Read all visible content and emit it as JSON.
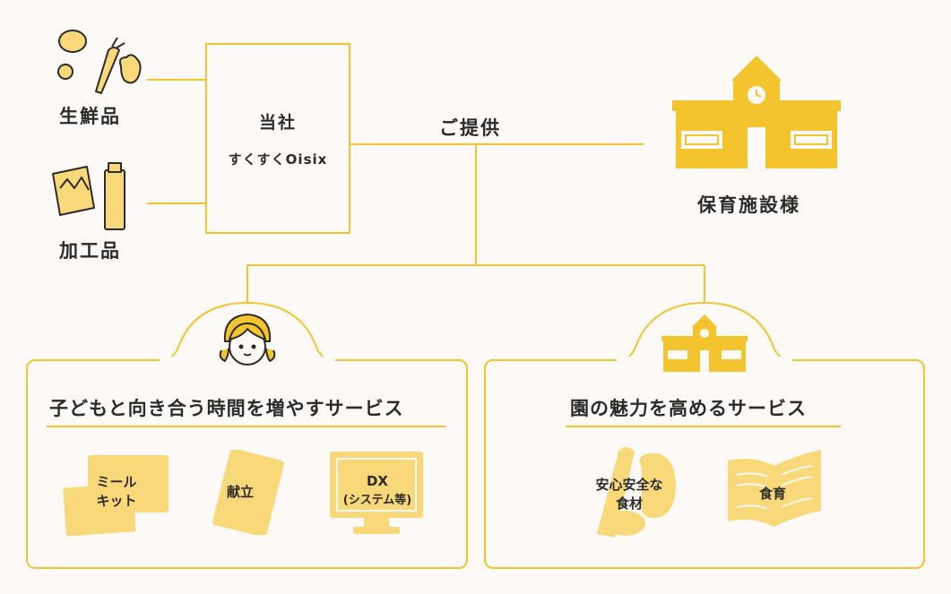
{
  "sources": {
    "fresh": "生鮮品",
    "processed": "加工品"
  },
  "company": {
    "name": "当社",
    "brand": "すくすくOisix"
  },
  "provide_label": "ご提供",
  "client_label": "保育施設様",
  "left_panel": {
    "title": "子どもと向き合う時間を増やすサービス",
    "items": [
      {
        "line1": "ミール",
        "line2": "キット"
      },
      {
        "line1": "献立"
      },
      {
        "line1": "DX",
        "line2": "(システム等)"
      }
    ]
  },
  "right_panel": {
    "title": "園の魅力を高めるサービス",
    "items": [
      {
        "line1": "安心安全な",
        "line2": "食材"
      },
      {
        "line1": "食育"
      }
    ]
  },
  "colors": {
    "accent": "#f3c42e",
    "accent_light": "#f8d878",
    "background": "#fdf9f6",
    "text": "#2b2b2b"
  }
}
